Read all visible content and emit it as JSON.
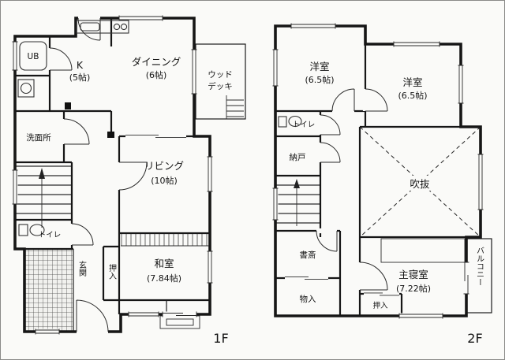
{
  "colors": {
    "wall": "#161616",
    "background": "#fafaf8"
  },
  "floor1": {
    "label": "1F",
    "rooms": {
      "ub": "UB",
      "kitchen": {
        "name": "K",
        "size": "(5帖)"
      },
      "dining": {
        "name": "ダイニング",
        "size": "(6帖)"
      },
      "wood_deck": {
        "line1": "ウッド",
        "line2": "デッキ"
      },
      "washroom": "洗面所",
      "living": {
        "name": "リビング",
        "size": "(10帖)"
      },
      "toilet": "トイレ",
      "genkan": "玄関",
      "closet": "押入",
      "washitsu": {
        "name": "和室",
        "size": "(7.84帖)"
      }
    }
  },
  "floor2": {
    "label": "2F",
    "rooms": {
      "bedroom_a": {
        "name": "洋室",
        "size": "(6.5帖)"
      },
      "bedroom_b": {
        "name": "洋室",
        "size": "(6.5帖)"
      },
      "toilet": "トイレ",
      "storage": "納戸",
      "void": "吹抜",
      "study": "書斎",
      "small_storage": "物入",
      "closet": "押入",
      "master": {
        "name": "主寝室",
        "size": "(7.22帖)"
      },
      "balcony": "バルコニー"
    }
  }
}
